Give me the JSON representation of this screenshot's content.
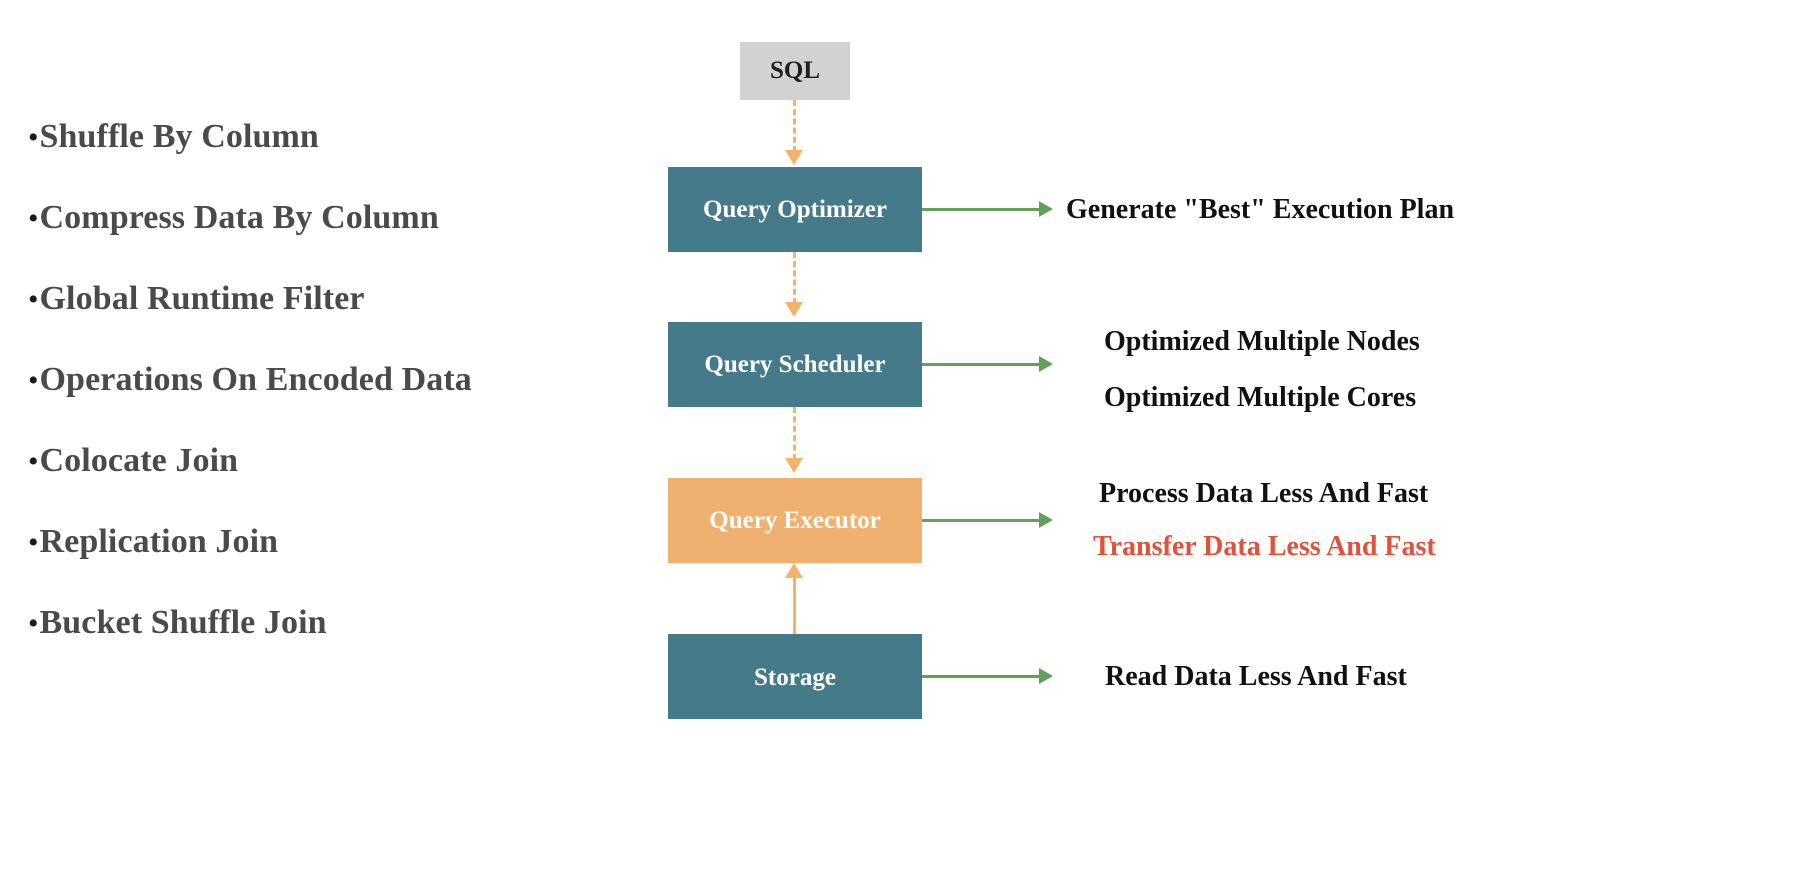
{
  "bullets": {
    "marker": "•",
    "items": [
      {
        "label": "Shuffle By Column"
      },
      {
        "label": "Compress Data By Column"
      },
      {
        "label": "Global Runtime Filter"
      },
      {
        "label": "Operations On Encoded Data"
      },
      {
        "label": "Colocate Join"
      },
      {
        "label": "Replication Join"
      },
      {
        "label": "Bucket Shuffle Join"
      }
    ]
  },
  "flow": {
    "nodes": [
      {
        "id": "sql",
        "label": "SQL"
      },
      {
        "id": "optimizer",
        "label": "Query Optimizer"
      },
      {
        "id": "scheduler",
        "label": "Query Scheduler"
      },
      {
        "id": "executor",
        "label": "Query Executor"
      },
      {
        "id": "storage",
        "label": "Storage"
      }
    ],
    "outcomes": [
      {
        "id": "optimizer-outcome",
        "label": "Generate \"Best\" Execution Plan",
        "emphasis": "normal"
      },
      {
        "id": "scheduler-outcome-1",
        "label": "Optimized Multiple Nodes",
        "emphasis": "normal"
      },
      {
        "id": "scheduler-outcome-2",
        "label": "Optimized Multiple Cores",
        "emphasis": "normal"
      },
      {
        "id": "executor-outcome-1",
        "label": "Process Data Less And Fast",
        "emphasis": "normal"
      },
      {
        "id": "executor-outcome-2",
        "label": "Transfer Data Less And Fast",
        "emphasis": "warn"
      },
      {
        "id": "storage-outcome",
        "label": "Read Data Less And Fast",
        "emphasis": "normal"
      }
    ],
    "connectors": [
      {
        "id": "sql-to-optimizer",
        "style": "dashed",
        "direction": "down"
      },
      {
        "id": "optimizer-to-scheduler",
        "style": "dashed",
        "direction": "down"
      },
      {
        "id": "scheduler-to-executor",
        "style": "dashed",
        "direction": "down"
      },
      {
        "id": "storage-to-executor",
        "style": "solid",
        "direction": "up"
      }
    ]
  },
  "colors": {
    "node_teal": "#457a8a",
    "node_amber": "#f0b070",
    "node_gray": "#d2d2d2",
    "connector_orange": "#f4b26a",
    "outcome_arrow_green": "#62a05c",
    "outcome_warn_red": "#e0523c",
    "bullet_text": "#4a4a4a",
    "background": "#ffffff"
  }
}
